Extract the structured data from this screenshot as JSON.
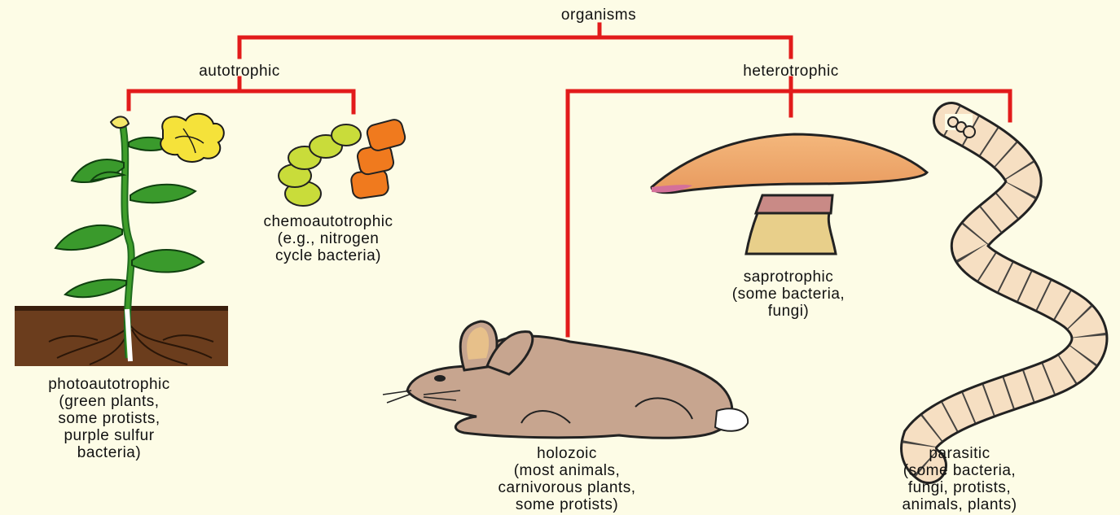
{
  "root": {
    "label": "organisms"
  },
  "branches": {
    "autotrophic": {
      "label": "autotrophic",
      "children": {
        "photo": {
          "lines": [
            "photoautotrophic",
            "(green plants,",
            "some protists,",
            "purple sulfur",
            "bacteria)"
          ],
          "icon": "plant-icon"
        },
        "chemo": {
          "lines": [
            "chemoautotrophic",
            "(e.g., nitrogen",
            "cycle bacteria)"
          ],
          "icon": "bacteria-icon"
        }
      }
    },
    "heterotrophic": {
      "label": "heterotrophic",
      "children": {
        "holozoic": {
          "lines": [
            "holozoic",
            "(most animals,",
            "carnivorous plants,",
            "some protists)"
          ],
          "icon": "rabbit-icon"
        },
        "saprotrophic": {
          "lines": [
            "saprotrophic",
            "(some bacteria,",
            "fungi)"
          ],
          "icon": "mushroom-icon"
        },
        "parasitic": {
          "lines": [
            "parasitic",
            "(some bacteria,",
            "fungi, protists,",
            "animals, plants)"
          ],
          "icon": "tapeworm-icon"
        }
      }
    }
  },
  "colors": {
    "connector": "#e21b1b",
    "background": "#fdfce6"
  }
}
